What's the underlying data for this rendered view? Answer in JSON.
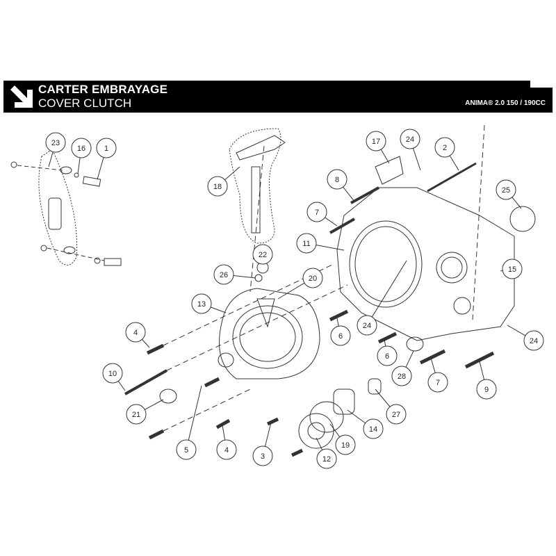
{
  "header": {
    "title_fr": "CARTER EMBRAYAGE",
    "title_en": "COVER CLUTCH",
    "model": "ANIMA® 2.0 150 / 190CC",
    "icon": "arrow-down-right-icon"
  },
  "callouts": [
    "23",
    "16",
    "1",
    "18",
    "17",
    "24",
    "2",
    "8",
    "25",
    "7",
    "11",
    "15",
    "22",
    "26",
    "20",
    "13",
    "24",
    "6",
    "24",
    "4",
    "6",
    "28",
    "7",
    "9",
    "10",
    "21",
    "27",
    "14",
    "5",
    "4",
    "3",
    "12",
    "19"
  ]
}
